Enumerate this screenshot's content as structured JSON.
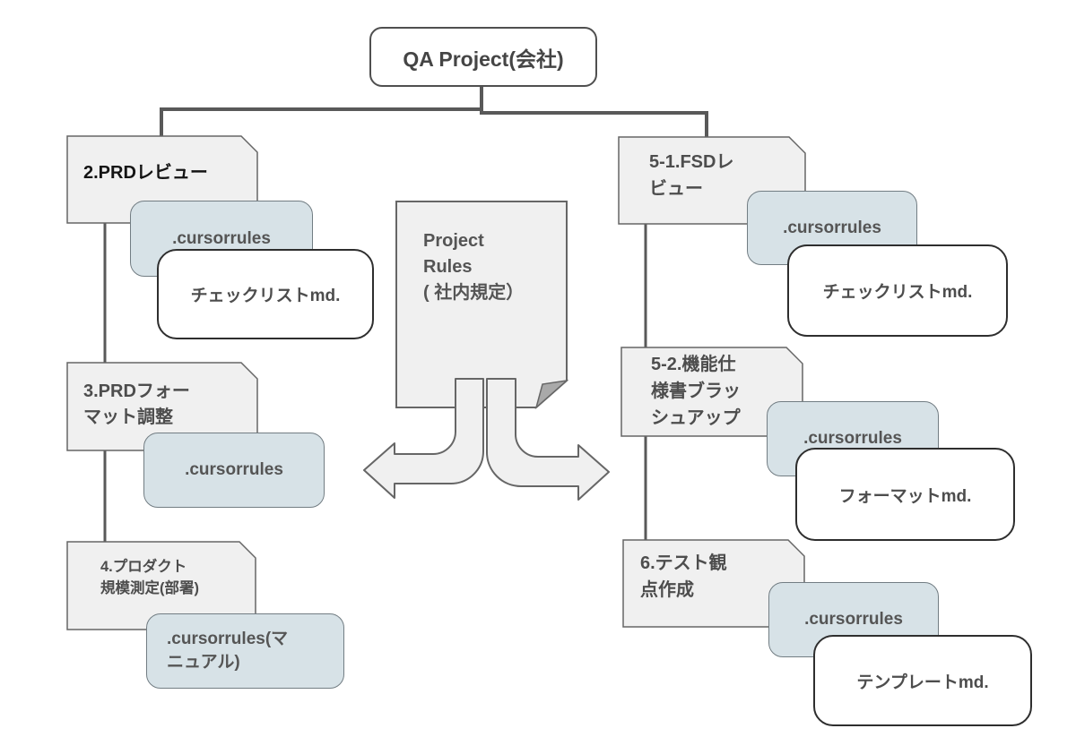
{
  "diagram": {
    "root": {
      "label": "QA Project(会社)"
    },
    "center_document": {
      "label": "Project\nRules\n( 社内規定）"
    },
    "left_branch": [
      {
        "title": "2.PRDレビュー",
        "rule": ".cursorrules",
        "file": "チェックリストmd."
      },
      {
        "title": "3.PRDフォー\nマット調整",
        "rule": ".cursorrules"
      },
      {
        "title": "4.プロダクト\n規模測定(部署)",
        "rule": ".cursorrules(マ\nニュアル)"
      }
    ],
    "right_branch": [
      {
        "title": "5-1.FSDレ\nビュー",
        "rule": ".cursorrules",
        "file": "チェックリストmd."
      },
      {
        "title": "5-2.機能仕\n様書ブラッ\nシュアップ",
        "rule": ".cursorrules",
        "file": "フォーマットmd."
      },
      {
        "title": "6.テスト観\n点作成",
        "rule": ".cursorrules",
        "file": "テンプレートmd."
      }
    ],
    "colors": {
      "shape_fill": "#f0f0f0",
      "shape_stroke": "#666666",
      "rule_chip_fill": "#d7e2e7",
      "connector": "#595959",
      "fold_fill": "#a9a9a9"
    }
  }
}
